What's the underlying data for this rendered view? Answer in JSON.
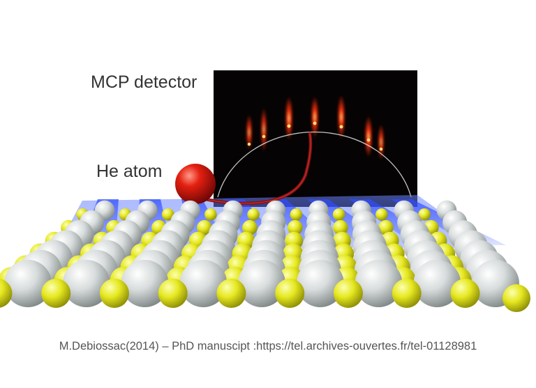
{
  "labels": {
    "detector": "MCP detector",
    "atom": "He atom"
  },
  "credit": "M.Debiossac(2014) – PhD manuscipt :https://tel.archives-ouvertes.fr/tel-01128981",
  "colors": {
    "detector_background": "#050303",
    "diffraction_spot": "#ff3010",
    "diffraction_core": "#ffe070",
    "atom": "#d01010",
    "trajectory": "#8a1010",
    "potential_sheet": "#4a6cff",
    "large_sphere": "#d8dcdc",
    "small_sphere": "#e6e820",
    "label_text": "#333333",
    "credit_text": "#555555"
  },
  "icons": {
    "detector": "mcp-detector-screen",
    "atom": "helium-atom-sphere",
    "surface": "crystal-surface-lattice"
  }
}
